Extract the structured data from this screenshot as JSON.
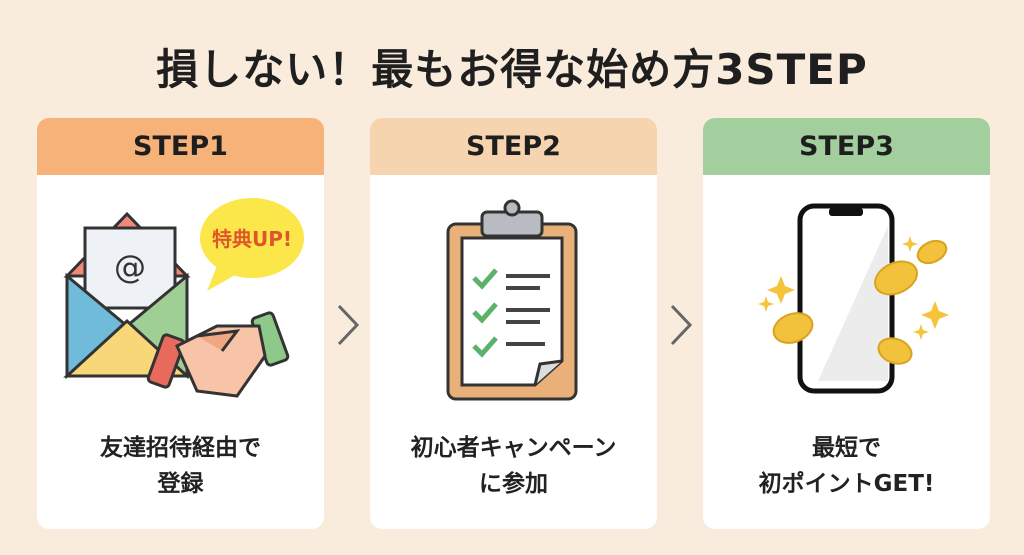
{
  "title": "損しない！最もお得な始め方3STEP",
  "steps": [
    {
      "label": "STEP1",
      "color": "#f7b27a",
      "badge": "特典UP!",
      "caption_line1": "友達招待経由で",
      "caption_line2": "登録"
    },
    {
      "label": "STEP2",
      "color": "#f6d4b0",
      "caption_line1": "初心者キャンペーン",
      "caption_line2": "に参加"
    },
    {
      "label": "STEP3",
      "color": "#a3cf9f",
      "caption_line1": "最短で",
      "caption_line2": "初ポイントGET!"
    }
  ]
}
